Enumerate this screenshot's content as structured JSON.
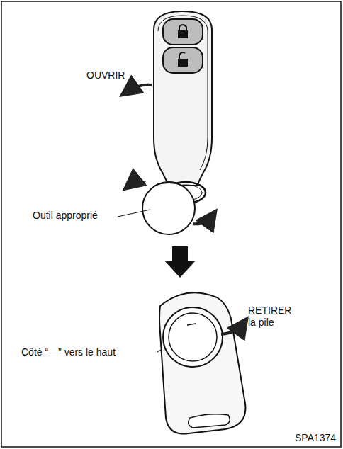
{
  "diagram": {
    "labels": [
      "OUVRIR",
      "Outil approprié",
      "Côté “—” vers le haut",
      "RETIRER la pile",
      "SPA1374"
    ]
  }
}
